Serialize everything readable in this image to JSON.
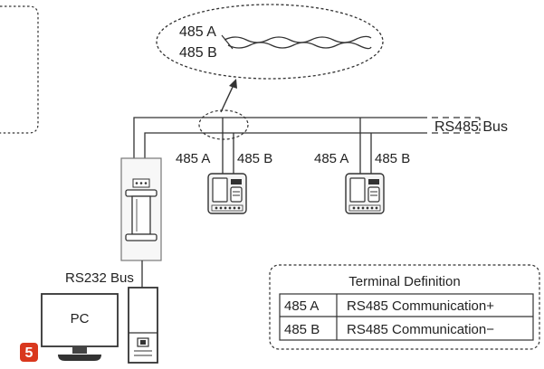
{
  "zoom_callout": {
    "label_a": "485 A",
    "label_b": "485 B"
  },
  "bus": {
    "label": "RS485 Bus"
  },
  "terminals": [
    {
      "label_a": "485 A",
      "label_b": "485 B"
    },
    {
      "label_a": "485 A",
      "label_b": "485 B"
    }
  ],
  "rs232": {
    "label": "RS232 Bus"
  },
  "pc": {
    "label": "PC"
  },
  "step_badge": {
    "number": "5",
    "color": "#d9381e"
  },
  "definition": {
    "title": "Terminal Definition",
    "rows": [
      {
        "pin": "485 A",
        "meaning": "RS485 Communication+"
      },
      {
        "pin": "485 B",
        "meaning": "RS485 Communication−"
      }
    ]
  }
}
